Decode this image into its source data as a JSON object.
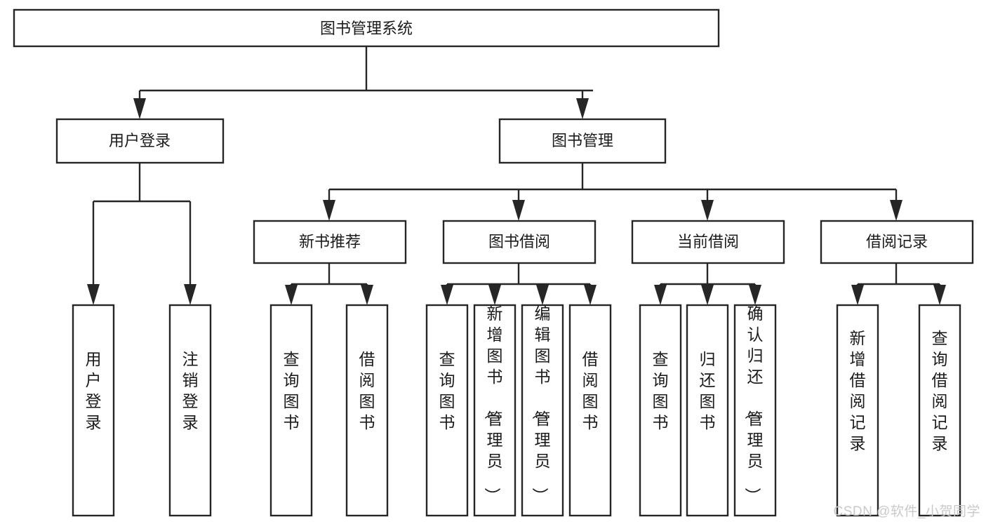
{
  "diagram": {
    "title": "图书管理系统",
    "type": "tree-hierarchy-chart",
    "orientation": "top-down",
    "colors": {
      "box_stroke": "#262626",
      "box_fill": "#ffffff",
      "text": "#1b1b1b",
      "connector": "#262626",
      "watermark": "#c9c9c9",
      "background": "#ffffff"
    },
    "root": {
      "id": "root",
      "label": "图书管理系统",
      "orientation": "horizontal"
    },
    "level2": [
      {
        "id": "user-login",
        "label": "用户登录",
        "orientation": "horizontal"
      },
      {
        "id": "book-management",
        "label": "图书管理",
        "orientation": "horizontal"
      }
    ],
    "level3": [
      {
        "id": "new-book-recommend",
        "label": "新书推荐",
        "orientation": "horizontal",
        "parent": "book-management"
      },
      {
        "id": "book-borrow",
        "label": "图书借阅",
        "orientation": "horizontal",
        "parent": "book-management"
      },
      {
        "id": "current-borrow",
        "label": "当前借阅",
        "orientation": "horizontal",
        "parent": "book-management"
      },
      {
        "id": "borrow-record",
        "label": "借阅记录",
        "orientation": "horizontal",
        "parent": "book-management"
      }
    ],
    "leaves": [
      {
        "id": "leaf-user-login",
        "label": "用户登录",
        "orientation": "vertical",
        "parent": "user-login"
      },
      {
        "id": "leaf-logout-login",
        "label": "注销登录",
        "orientation": "vertical",
        "parent": "user-login"
      },
      {
        "id": "leaf-query-book-1",
        "label": "查询图书",
        "orientation": "vertical",
        "parent": "new-book-recommend"
      },
      {
        "id": "leaf-borrow-book-1",
        "label": "借阅图书",
        "orientation": "vertical",
        "parent": "new-book-recommend"
      },
      {
        "id": "leaf-query-book-2",
        "label": "查询图书",
        "orientation": "vertical",
        "parent": "book-borrow"
      },
      {
        "id": "leaf-add-book",
        "label": "新增图书（管理员）",
        "orientation": "vertical",
        "parent": "book-borrow"
      },
      {
        "id": "leaf-edit-book",
        "label": "编辑图书（管理员）",
        "orientation": "vertical",
        "parent": "book-borrow"
      },
      {
        "id": "leaf-borrow-book-2",
        "label": "借阅图书",
        "orientation": "vertical",
        "parent": "book-borrow"
      },
      {
        "id": "leaf-query-book-3",
        "label": "查询图书",
        "orientation": "vertical",
        "parent": "current-borrow"
      },
      {
        "id": "leaf-return-book",
        "label": "归还图书",
        "orientation": "vertical",
        "parent": "current-borrow"
      },
      {
        "id": "leaf-confirm-return",
        "label": "确认归还（管理员）",
        "orientation": "vertical",
        "parent": "current-borrow"
      },
      {
        "id": "leaf-add-record",
        "label": "新增借阅记录",
        "orientation": "vertical",
        "parent": "borrow-record"
      },
      {
        "id": "leaf-query-record",
        "label": "查询借阅记录",
        "orientation": "vertical",
        "parent": "borrow-record"
      }
    ]
  },
  "watermark": {
    "text": "CSDN @软件_小贺同学"
  }
}
